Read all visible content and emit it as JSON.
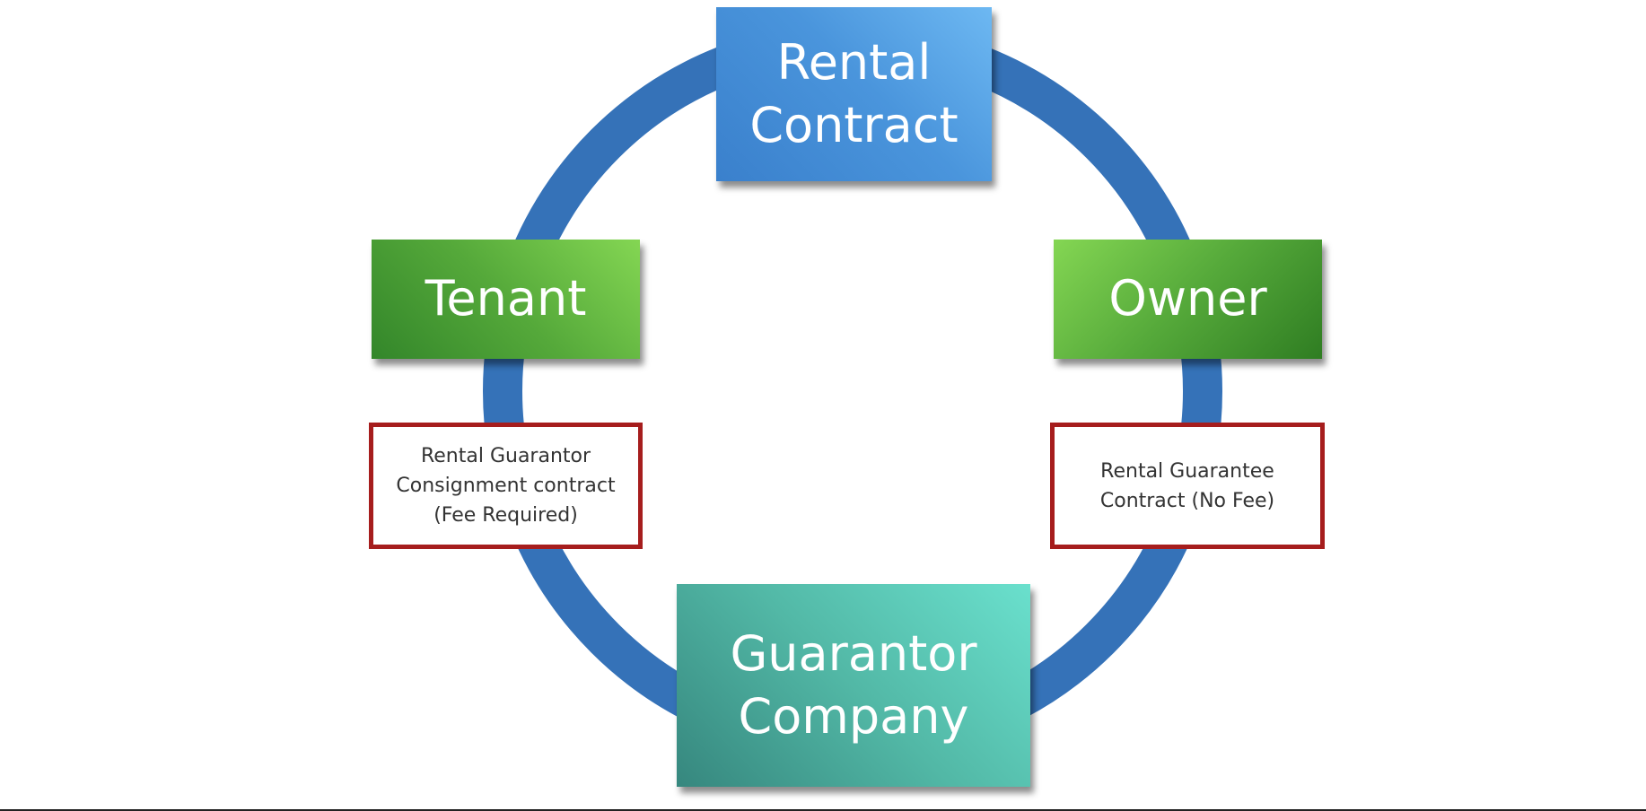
{
  "diagram": {
    "title": "Rental guarantee relationship cycle",
    "ring_color": "#3572b8",
    "nodes": {
      "rental_contract": {
        "lines": [
          "Rental",
          "Contract"
        ],
        "color": "#4a95dc"
      },
      "tenant": {
        "lines": [
          "Tenant"
        ],
        "color": "#55a93a"
      },
      "owner": {
        "lines": [
          "Owner"
        ],
        "color": "#55a93a"
      },
      "guarantor_company": {
        "lines": [
          "Guarantor",
          "Company"
        ],
        "color": "#52b8a6"
      }
    },
    "annotations": {
      "tenant_side": {
        "lines": [
          "Rental Guarantor",
          "Consignment contract",
          "(Fee Required)"
        ],
        "border_color": "#a61d1d"
      },
      "owner_side": {
        "lines": [
          "Rental Guarantee",
          "Contract (No Fee)"
        ],
        "border_color": "#a61d1d"
      }
    },
    "connections": [
      {
        "from": "Rental Contract",
        "to": "Owner"
      },
      {
        "from": "Owner",
        "to": "Guarantor Company",
        "label": "Rental Guarantee Contract (No Fee)"
      },
      {
        "from": "Guarantor Company",
        "to": "Tenant",
        "label": "Rental Guarantor Consignment contract (Fee Required)"
      },
      {
        "from": "Tenant",
        "to": "Rental Contract"
      }
    ]
  }
}
